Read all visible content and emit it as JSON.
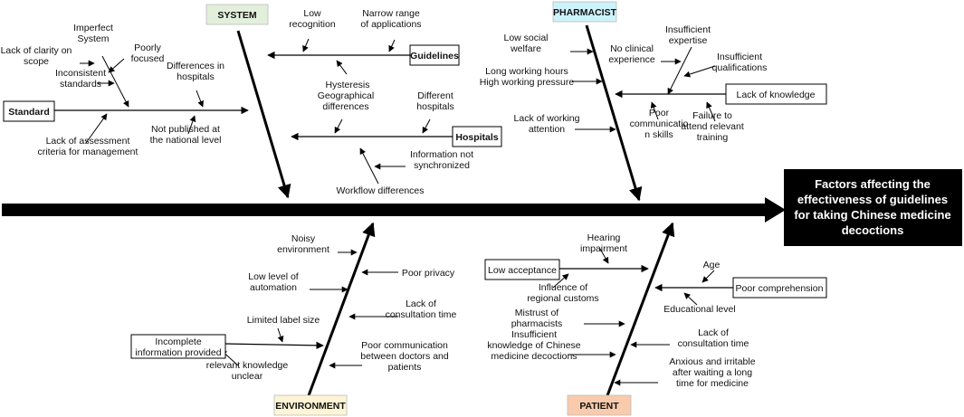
{
  "categories": {
    "system": {
      "label": "SYSTEM",
      "color": "#e2efda"
    },
    "pharmacist": {
      "label": "PHARMACIST",
      "color": "#ccf3fb"
    },
    "environment": {
      "label": "ENVIRONMENT",
      "color": "#fdf5d6"
    },
    "patient": {
      "label": "PATIENT",
      "color": "#f8cbad"
    }
  },
  "head": {
    "line1": "Factors affecting the",
    "line2": "effectiveness of guidelines",
    "line3": "for taking Chinese medicine",
    "line4": "decoctions"
  },
  "boxes": {
    "standard": "Standard",
    "guidelines": "Guidelines",
    "hospitals": "Hospitals",
    "lack_of_knowledge": "Lack of knowledge",
    "incomplete_info": [
      "Incomplete",
      "information provided"
    ],
    "low_acceptance": "Low acceptance",
    "poor_comprehension": "Poor comprehension"
  },
  "causes": {
    "lack_clarity": [
      "Lack of clarity on",
      "scope"
    ],
    "imperfect_system": [
      "Imperfect",
      "System"
    ],
    "poorly_focused": [
      "Poorly",
      "focused"
    ],
    "inconsistent_standards": [
      "Inconsistent",
      "standards"
    ],
    "differences_hospitals": [
      "Differences in",
      "hospitals"
    ],
    "lack_assessment": [
      "Lack of assessment",
      "criteria for management"
    ],
    "not_published": [
      "Not published at",
      "the national level"
    ],
    "low_recognition": [
      "Low",
      "recognition"
    ],
    "narrow_range": [
      "Narrow range",
      "of applications"
    ],
    "hysteresis": [
      "Hysteresis"
    ],
    "geographical": [
      "Geographical",
      "differences"
    ],
    "different_hospitals": [
      "Different",
      "hospitals"
    ],
    "info_not_sync": [
      "Information not",
      "synchronized"
    ],
    "workflow": [
      "Workflow differences"
    ],
    "low_social": [
      "Low social",
      "welfare"
    ],
    "long_hours": [
      "Long working hours",
      "High working pressure"
    ],
    "lack_attention": [
      "Lack of working",
      "attention"
    ],
    "no_clinical": [
      "No clinical",
      "experience"
    ],
    "insufficient_expertise": [
      "Insufficient",
      "expertise"
    ],
    "insufficient_qual": [
      "Insufficient",
      "qualifications"
    ],
    "poor_communication_ph": [
      "Poor",
      "communicatio",
      "n skills"
    ],
    "failure_attend": [
      "Failure to",
      "attend relevant",
      "training"
    ],
    "noisy": [
      "Noisy",
      "environment"
    ],
    "poor_privacy": [
      "Poor privacy"
    ],
    "low_automation": [
      "Low level of",
      "automation"
    ],
    "limited_label": [
      "Limited label size"
    ],
    "lack_consult_env": [
      "Lack of",
      "consultation time"
    ],
    "relevant_knowledge": [
      "relevant knowledge",
      "unclear"
    ],
    "poor_comm_env": [
      "Poor communication",
      "between doctors and",
      "patients"
    ],
    "hearing": [
      "Hearing",
      "impairment"
    ],
    "regional_customs": [
      "Influence of",
      "regional customs"
    ],
    "mistrust": [
      "Mistrust of",
      "pharmacists"
    ],
    "insufficient_knowledge": [
      "Insufficient",
      "knowledge of Chinese",
      "medicine decoctions"
    ],
    "age": [
      "Age"
    ],
    "educational": [
      "Educational level"
    ],
    "lack_consult_pat": [
      "Lack of",
      "consultation time"
    ],
    "anxious": [
      "Anxious and irritable",
      "after waiting a long",
      "time for medicine"
    ]
  }
}
